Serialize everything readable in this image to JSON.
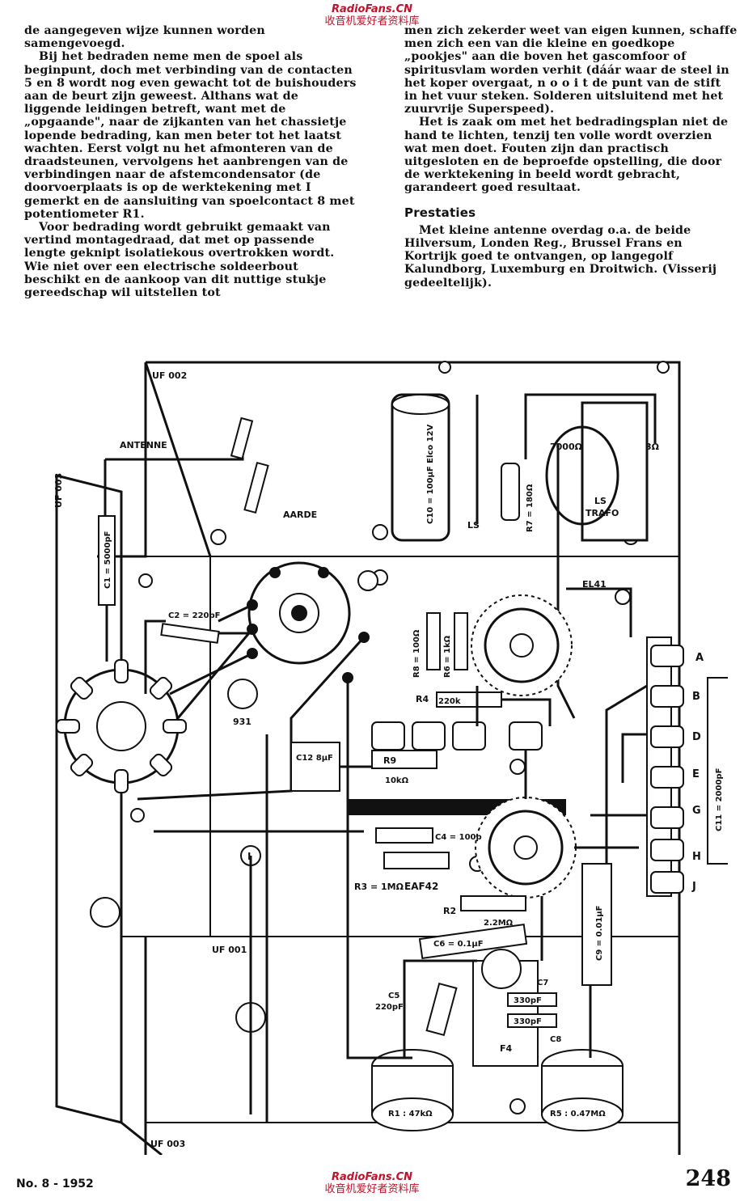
{
  "watermark": {
    "site": "RadioFans.CN",
    "cn": "收音机爱好者资料库"
  },
  "left_paragraphs": [
    "de aangegeven wijze kunnen worden samengevoegd.",
    "Bij het bedraden neme men de spoel als beginpunt, doch met verbinding van de contacten 5 en 8 wordt nog even gewacht tot de buishouders aan de beurt zijn geweest. Althans wat de liggende leidingen betreft, want met de „opgaande\", naar de zijkanten van het chassietje lopende bedrading, kan men beter tot het laatst wachten. Eerst volgt nu het afmonteren van de draadsteunen, vervolgens het aanbrengen van de verbindingen naar de afstemcondensator (de doorvoerplaats is op de werktekening met I gemerkt en de aansluiting van spoelcontact 8 met potentiometer R1.",
    "Voor bedrading wordt gebruikt gemaakt van vertind montagedraad, dat met op passende lengte geknipt isolatiekous overtrokken wordt. Wie niet over een electrische soldeerbout beschikt en de aankoop van dit nuttige stukje gereedschap wil uitstellen tot"
  ],
  "right_paragraphs": [
    "men zich zekerder weet van eigen kunnen, schaffe men zich een van die kleine en goedkope „pookjes\" aan die boven het gascomfoor of spiritusvlam worden verhit (dáár waar de steel in het koper overgaat, n o o i t de punt van de stift in het vuur steken. Solderen uitsluitend met het zuurvrije Superspeed).",
    "Het is zaak om met het bedradingsplan niet de hand te lichten, tenzij ten volle wordt overzien wat men doet. Fouten zijn dan practisch uitgesloten en de beproefde opstelling, die door de werktekening in beeld wordt gebracht, garandeert goed resultaat."
  ],
  "section_heading": "Prestaties",
  "section_paragraph": "Met kleine antenne overdag o.a. de beide Hilversum, Londen Reg., Brussel Frans en Kortrijk goed te ontvangen, op langegolf Kalundborg, Luxemburg en Droitwich. (Visserij gedeeltelijk).",
  "figure_labels": {
    "uf002": "UF 002",
    "uf003_top": "UF 003",
    "uf001": "UF 001",
    "uf003_bottom": "UF 003",
    "antenne": "ANTENNE",
    "aarde": "AARDE",
    "c1": "C1 = 5000pF",
    "c2": "C2 = 220pF",
    "c10": "C10 = 100µF Elco 12V",
    "ls": "LS",
    "r7": "R7 = 180Ω",
    "trafo_ls": "LS",
    "trafo": "TRAFO",
    "t7000": "7000Ω",
    "t3": "3Ω",
    "el41": "EL41",
    "r8": "R8 = 100Ω",
    "r6": "R6 = 1kΩ",
    "r4": "R4",
    "r4v": "220k",
    "r9": "R9",
    "r9v": "10kΩ",
    "c12": "C12 8µF",
    "c4": "C4 = 100p",
    "r3": "R3 = 1MΩ",
    "eaf42": "EAF42",
    "r2": "R2",
    "r2v": "2.2MΩ",
    "c6": "C6 = 0.1µF",
    "c9": "C9 = 0.01µF",
    "c11": "C11 = 2000pF",
    "c5": "C5",
    "c5v": "220pF",
    "c7": "C7",
    "c7v": "330pF",
    "c8": "C8",
    "c8v": "330pF",
    "f4": "F4",
    "r1": "R1 : 47kΩ",
    "r5": "R5 : 0.47MΩ",
    "coil": "931",
    "mark_i": "I",
    "terminals": [
      "A",
      "B",
      "D",
      "E",
      "G",
      "H",
      "J"
    ]
  },
  "footer": {
    "issue": "No. 8 - 1952",
    "page": "248"
  }
}
